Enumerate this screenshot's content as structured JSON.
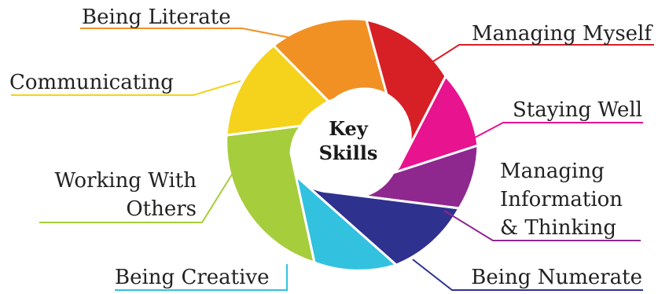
{
  "center": {
    "line1": "Key",
    "line2": "Skills"
  },
  "skills": {
    "being_literate": {
      "label": "Being Literate",
      "color": "#f29123"
    },
    "managing_myself": {
      "label": "Managing Myself",
      "color": "#d71f26"
    },
    "staying_well": {
      "label": "Staying Well",
      "color": "#e8138e"
    },
    "managing_information": {
      "line1": "Managing",
      "line2": "Information",
      "line3": "& Thinking",
      "color": "#8e288f"
    },
    "being_numerate": {
      "label": "Being Numerate",
      "color": "#2f318f"
    },
    "being_creative": {
      "label": "Being Creative",
      "color": "#33c1e0"
    },
    "working_with_others": {
      "line1": "Working With",
      "line2": "Others",
      "color": "#a6cd3c"
    },
    "communicating": {
      "label": "Communicating",
      "color": "#f5d31c"
    }
  }
}
